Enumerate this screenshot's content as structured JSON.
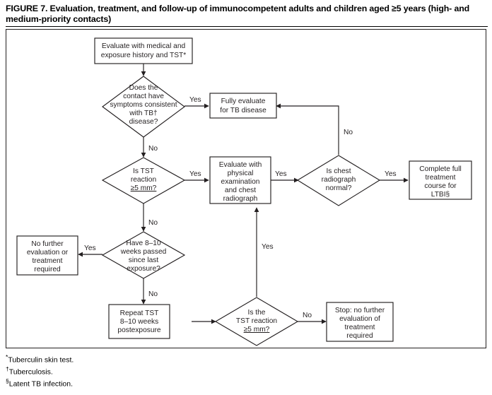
{
  "figure": {
    "title": "FIGURE 7. Evaluation, treatment, and follow-up of immunocompetent adults and children aged ≥5 years (high- and medium-priority contacts)"
  },
  "footnotes": [
    {
      "mark": "*",
      "text": "Tuberculin skin test."
    },
    {
      "mark": "†",
      "text": "Tuberculosis."
    },
    {
      "mark": "§",
      "text": "Latent TB infection."
    }
  ],
  "chart_data": {
    "type": "flowchart",
    "title": "Evaluation, treatment, and follow-up of immunocompetent adults and children aged ≥5 years (high- and medium-priority contacts)",
    "nodes": [
      {
        "id": "start",
        "shape": "rect",
        "lines": [
          "Evaluate with medical and",
          "exposure history and TST*"
        ]
      },
      {
        "id": "symptoms",
        "shape": "diamond",
        "lines": [
          "Does the",
          "contact have",
          "symptoms consistent",
          "with TB†",
          "disease?"
        ]
      },
      {
        "id": "fully-evaluate",
        "shape": "rect",
        "lines": [
          "Fully evaluate",
          "for TB disease"
        ]
      },
      {
        "id": "tst-reaction",
        "shape": "diamond",
        "lines": [
          "Is TST",
          "reaction",
          "≥5 mm?"
        ]
      },
      {
        "id": "evaluate-physical",
        "shape": "rect",
        "lines": [
          "Evaluate with",
          "physical",
          "examination",
          "and chest",
          "radiograph"
        ]
      },
      {
        "id": "chest-radiograph",
        "shape": "diamond",
        "lines": [
          "Is chest",
          "radiograph",
          "normal?"
        ]
      },
      {
        "id": "complete-treatment",
        "shape": "rect",
        "lines": [
          "Complete full",
          "treatment",
          "course for",
          "LTBI§"
        ]
      },
      {
        "id": "weeks-passed",
        "shape": "diamond",
        "lines": [
          "Have 8–10",
          "weeks passed",
          "since last",
          "exposure?"
        ]
      },
      {
        "id": "no-further-eval",
        "shape": "rect",
        "lines": [
          "No further",
          "evaluation or",
          "treatment",
          "required"
        ]
      },
      {
        "id": "repeat-tst",
        "shape": "rect",
        "lines": [
          "Repeat TST",
          "8–10 weeks",
          "postexposure"
        ]
      },
      {
        "id": "tst-reaction-2",
        "shape": "diamond",
        "lines": [
          "Is the",
          "TST reaction",
          "≥5 mm?"
        ]
      },
      {
        "id": "stop-no-further",
        "shape": "rect",
        "lines": [
          "Stop: no further",
          "evaluation of",
          "treatment",
          "required"
        ]
      }
    ],
    "edges": [
      {
        "from": "start",
        "to": "symptoms",
        "label": ""
      },
      {
        "from": "symptoms",
        "to": "fully-evaluate",
        "label": "Yes"
      },
      {
        "from": "symptoms",
        "to": "tst-reaction",
        "label": "No"
      },
      {
        "from": "tst-reaction",
        "to": "evaluate-physical",
        "label": "Yes"
      },
      {
        "from": "tst-reaction",
        "to": "weeks-passed",
        "label": "No"
      },
      {
        "from": "evaluate-physical",
        "to": "chest-radiograph",
        "label": "Yes"
      },
      {
        "from": "chest-radiograph",
        "to": "complete-treatment",
        "label": "Yes"
      },
      {
        "from": "chest-radiograph",
        "to": "fully-evaluate",
        "label": "No"
      },
      {
        "from": "weeks-passed",
        "to": "no-further-eval",
        "label": "Yes"
      },
      {
        "from": "weeks-passed",
        "to": "repeat-tst",
        "label": "No"
      },
      {
        "from": "repeat-tst",
        "to": "tst-reaction-2",
        "label": ""
      },
      {
        "from": "tst-reaction-2",
        "to": "stop-no-further",
        "label": "No"
      },
      {
        "from": "tst-reaction-2",
        "to": "evaluate-physical",
        "label": "Yes"
      }
    ]
  },
  "labels": {
    "yes": "Yes",
    "no": "No"
  }
}
